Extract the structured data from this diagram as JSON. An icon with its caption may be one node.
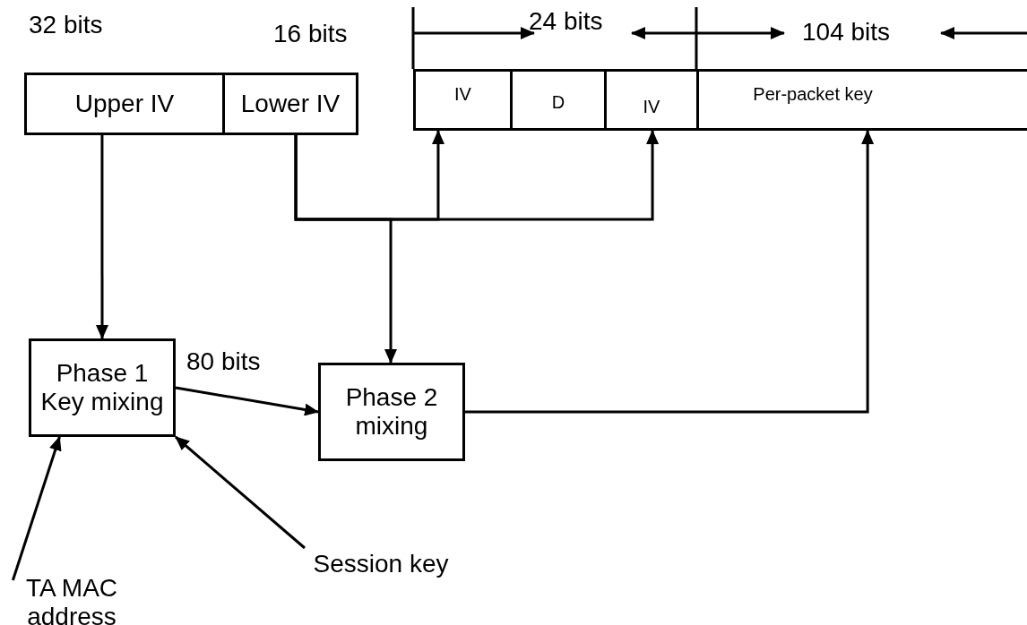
{
  "diagram": {
    "nodes": [
      {
        "text": [
          "Upper IV"
        ]
      },
      {
        "text": [
          "Lower IV"
        ]
      },
      {
        "text": [
          "IV"
        ]
      },
      {
        "text": [
          "D"
        ]
      },
      {
        "text": [
          "IV"
        ]
      },
      {
        "text": [
          "Per-packet key"
        ]
      },
      {
        "text": [
          "Phase 1 Key mixing"
        ]
      },
      {
        "text": [
          "Phase 2 mixing"
        ]
      },
      {
        "text": [
          "TA MAC address"
        ]
      },
      {
        "text": [
          "Session key"
        ]
      }
    ],
    "edges": [
      {
        "from": 0,
        "to": 6,
        "arrow": "to"
      },
      {
        "from": 1,
        "to": 2,
        "arrow": "to"
      },
      {
        "from": 1,
        "to": 4,
        "arrow": "to"
      },
      {
        "from": 1,
        "to": 7,
        "arrow": "to"
      },
      {
        "from": 6,
        "to": 7,
        "arrow": "to",
        "label": "80 bits"
      },
      {
        "from": 7,
        "to": 5,
        "arrow": "to"
      },
      {
        "from": 8,
        "to": 6,
        "arrow": "to"
      },
      {
        "from": 9,
        "to": 6,
        "arrow": "to"
      }
    ],
    "labels": [
      "32 bits",
      "16 bits",
      "24 bits",
      "104 bits"
    ]
  }
}
